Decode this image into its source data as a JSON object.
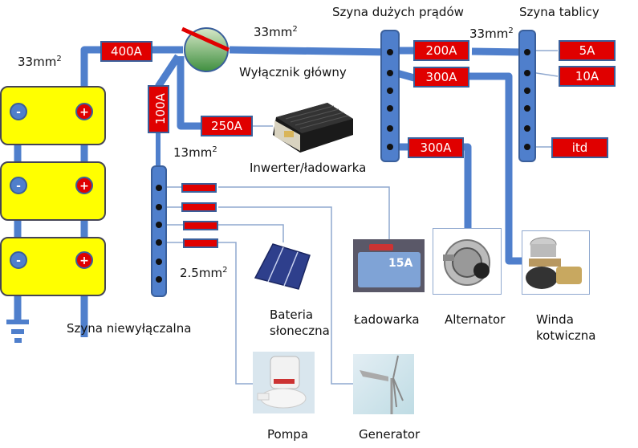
{
  "diagram": {
    "title_labels": {
      "high_current_bus": "Szyna dużych prądów",
      "panel_bus": "Szyna tablicy",
      "main_switch": "Wyłącznik główny",
      "inverter_charger": "Inwerter/ładowarka",
      "unswitched_bus": "Szyna niewyłączalna"
    },
    "cable_sizes": {
      "battery": "33mm",
      "main_to_bus": "33mm",
      "bus_to_panel": "33mm",
      "unswitched": "13mm",
      "small_loads": "2.5mm",
      "exponent": "2"
    },
    "fuses": {
      "main": "400A",
      "unswitched": "100A",
      "inverter": "250A",
      "panel_feed": "200A",
      "windlass": "300A",
      "alternator": "300A",
      "panel_1": "5A",
      "panel_2": "10A",
      "panel_etc": "itd"
    },
    "batteries": {
      "count": 3,
      "negative_symbol": "-",
      "positive_symbol": "+"
    },
    "devices": {
      "charger": "Ładowarka",
      "charger_badge": "15A",
      "alternator": "Alternator",
      "windlass_line1": "Winda",
      "windlass_line2": "kotwiczna",
      "solar_line1": "Bateria",
      "solar_line2": "słoneczna",
      "pump": "Pompa",
      "generator": "Generator"
    },
    "colors": {
      "wire": "#4f7fcc",
      "wire_border": "#3a5f9b",
      "fuse": "#e00000",
      "battery": "#ffff00",
      "thin_wire": "#8fa8cf"
    }
  }
}
